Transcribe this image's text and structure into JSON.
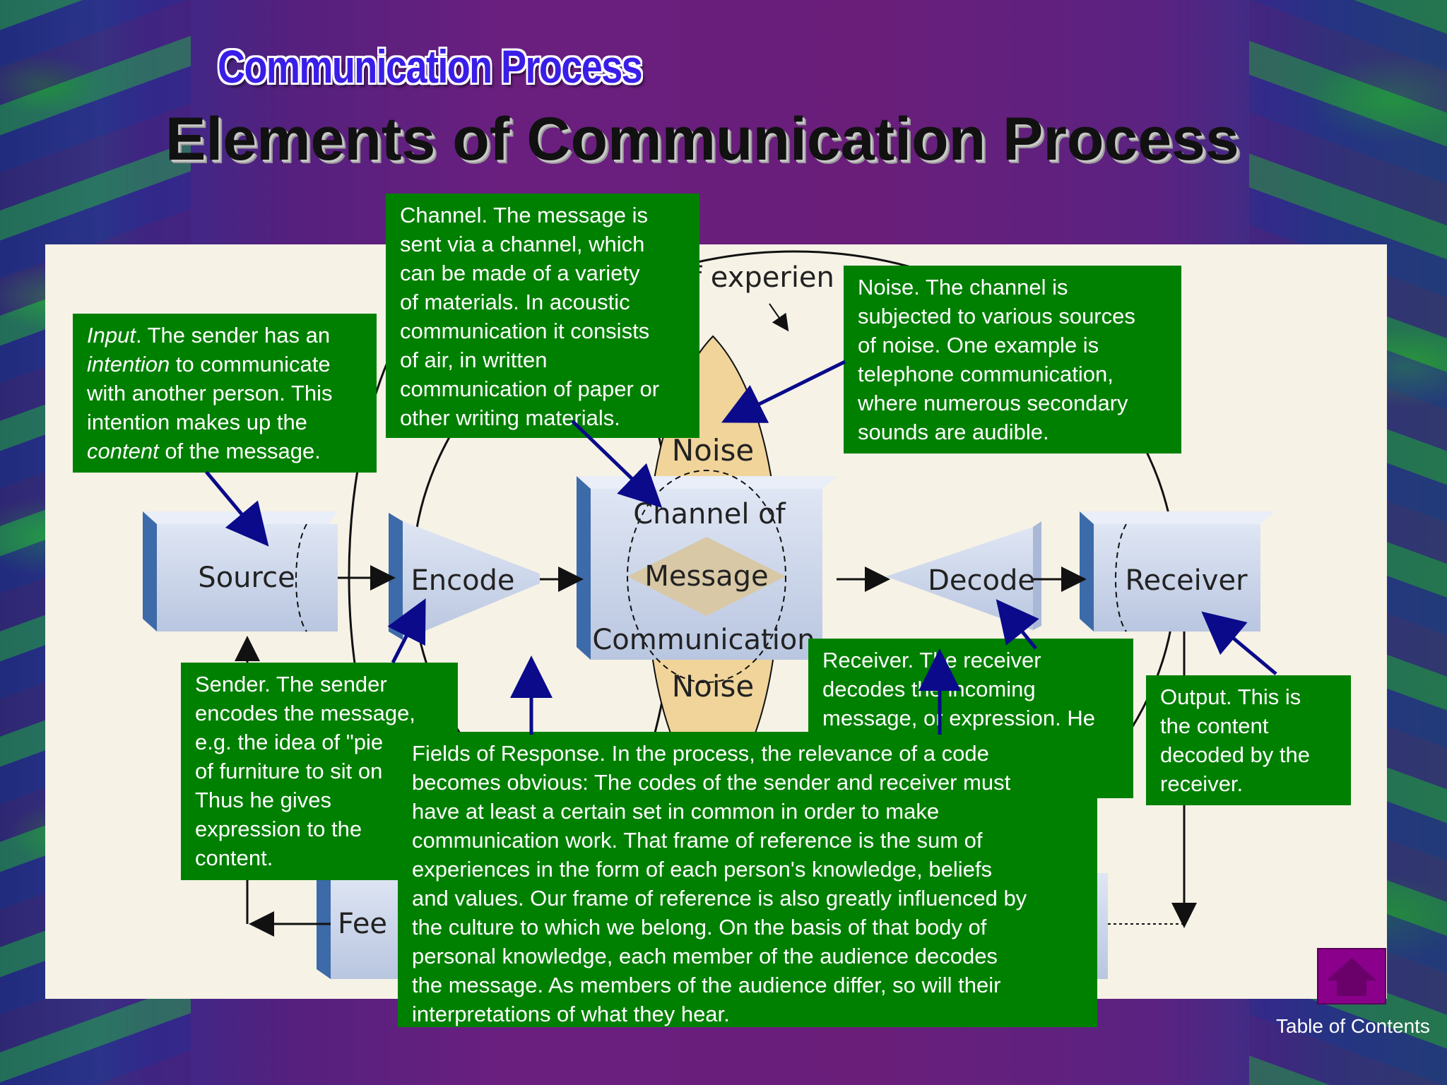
{
  "header": {
    "logo_title": "Communication Process",
    "title": "Elements of Communication Process"
  },
  "diagram": {
    "blocks": {
      "source": "Source",
      "encode": "Encode",
      "channel_top": "Channel of",
      "message": "Message",
      "channel_bottom": "Communication",
      "decode": "Decode",
      "receiver": "Receiver",
      "feedback": "Fee",
      "noise_top": "Noise",
      "noise_bottom": "Noise",
      "experience": "f experien"
    },
    "colors": {
      "callout_bg": "#008000",
      "block_face": "#c8d4ea",
      "block_side": "#3d6aa8",
      "noise_fill": "#f0d49a",
      "arrow": "#0a0a8a"
    }
  },
  "callouts": {
    "input": {
      "line1_italic": "Input",
      "line1_rest": ". The sender has an",
      "line2_italic": "intention",
      "line2_rest": " to communicate",
      "line3": "with another person. This",
      "line4": "intention makes up the",
      "line5_italic": "content",
      "line5_rest": " of the message."
    },
    "channel": {
      "lines": [
        "Channel. The message is",
        "sent via a channel, which",
        "can be made of a variety",
        "of materials. In acoustic",
        "communication it consists",
        "of air, in written",
        "communication of paper or",
        "other writing materials."
      ]
    },
    "noise": {
      "lines": [
        "Noise. The channel is",
        "subjected to various sources",
        "of noise. One example is",
        "telephone communication,",
        "where numerous secondary",
        "sounds are audible."
      ]
    },
    "sender": {
      "lines": [
        "Sender. The sender",
        "encodes the message,",
        "e.g. the idea of \"pie",
        "of furniture to sit on",
        "Thus he gives",
        "expression to the",
        "content."
      ]
    },
    "receiver": {
      "lines": [
        "Receiver. The receiver",
        "decodes the incoming",
        "message, or expression. He"
      ]
    },
    "output": {
      "lines": [
        "Output. This is",
        "the content",
        "decoded by the",
        "receiver."
      ]
    },
    "fields": {
      "lines": [
        "Fields of Response. In the process, the relevance of a code",
        "becomes obvious: The codes of the sender and receiver must",
        "have at least a certain set in common in order to make",
        "communication work. That frame of reference is the sum of",
        "experiences in the form of each person's knowledge, beliefs",
        "and values. Our frame of reference is also greatly influenced by",
        "the culture to which we belong. On the basis of that body of",
        "personal knowledge, each member of the audience decodes",
        "the message. As members of the audience differ, so will their",
        "interpretations of what they hear."
      ]
    }
  },
  "navigation": {
    "toc_label": "Table of Contents",
    "toc_icon": "home-icon",
    "toc_color": "#8a008a"
  }
}
